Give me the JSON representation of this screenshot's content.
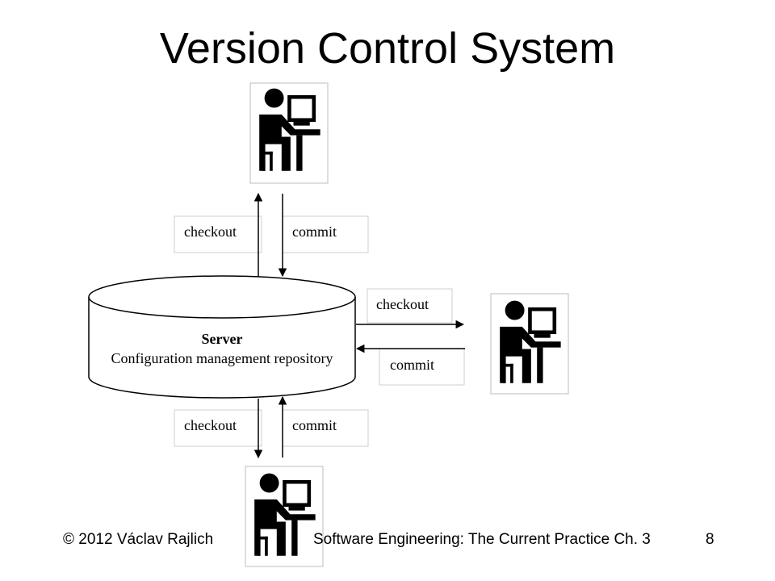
{
  "slide": {
    "title": "Version Control System"
  },
  "diagram": {
    "server_title": "Server",
    "server_subtitle": "Configuration management repository",
    "top_link": {
      "left_label": "checkout",
      "right_label": "commit"
    },
    "right_link": {
      "top_label": "checkout",
      "bottom_label": "commit"
    },
    "bottom_link": {
      "left_label": "checkout",
      "right_label": "commit"
    },
    "icons": [
      "developer-icon",
      "developer-icon",
      "developer-icon"
    ]
  },
  "footer": {
    "copyright": "© 2012 Václav Rajlich",
    "course": "Software Engineering: The Current Practice   Ch. 3",
    "page_number": "8"
  }
}
